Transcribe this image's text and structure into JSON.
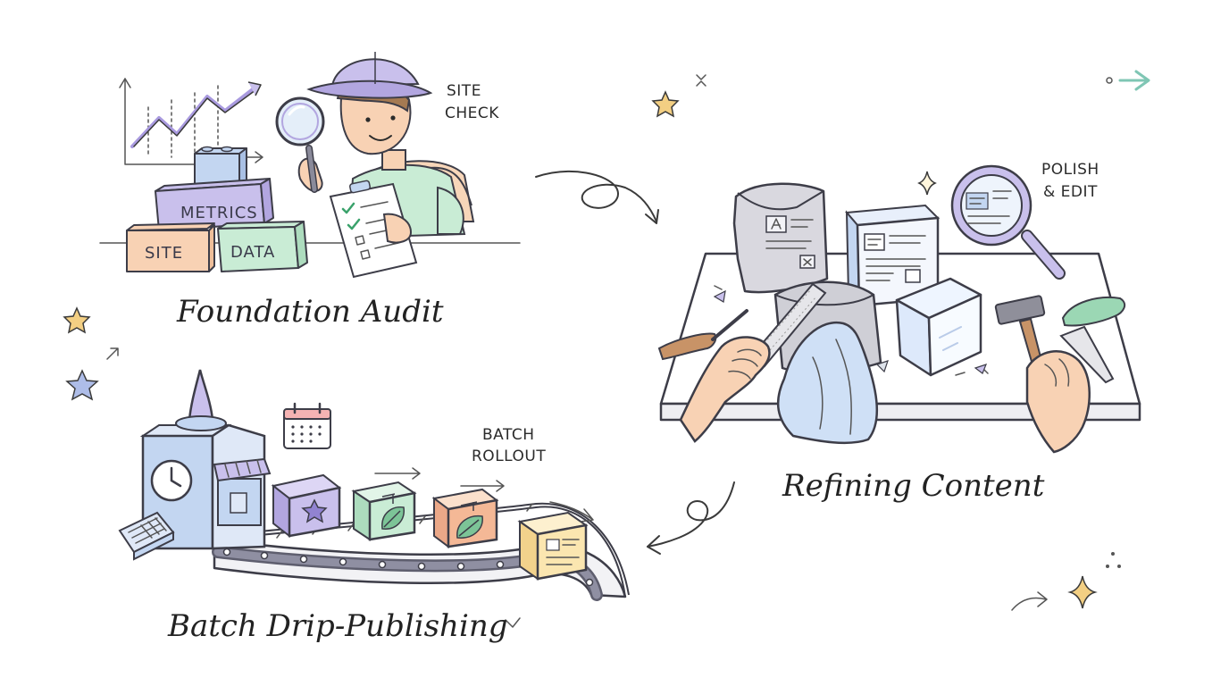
{
  "stages": [
    {
      "title": "Foundation Audit",
      "note": [
        "SITE",
        "CHECK"
      ],
      "blocks": [
        "METRICS",
        "SITE",
        "DATA"
      ]
    },
    {
      "title": "Refining Content",
      "note": [
        "POLISH",
        "& EDIT"
      ]
    },
    {
      "title": "Batch Drip-Publishing",
      "note": [
        "BATCH",
        "ROLLOUT"
      ]
    }
  ],
  "colors": {
    "lavender": "#c9c0ec",
    "blue": "#c3d6f1",
    "peach": "#f8d2b4",
    "mint": "#c9ecd5",
    "yellow": "#fbe6b0",
    "star_gold": "#f3cf83",
    "star_blue": "#aebde8",
    "arrow_teal": "#7fc6b4"
  }
}
